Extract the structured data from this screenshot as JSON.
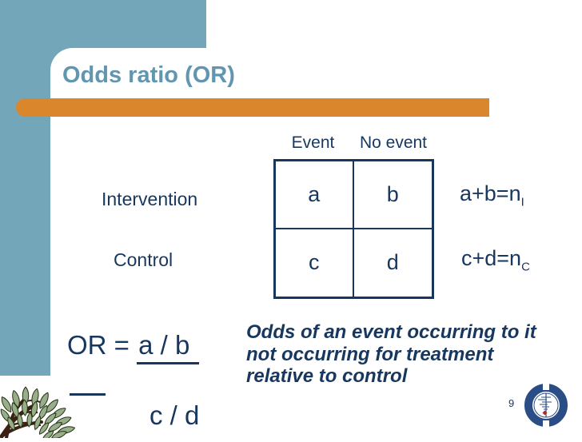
{
  "title": "Odds ratio (OR)",
  "table": {
    "col_headers": [
      "Event",
      "No event"
    ],
    "row_labels": [
      "Intervention",
      "Control"
    ],
    "cells": [
      [
        "a",
        "b"
      ],
      [
        "c",
        "d"
      ]
    ],
    "totals": [
      {
        "base": "a+b=n",
        "sub": "I"
      },
      {
        "base": "c+d=n",
        "sub": "C"
      }
    ]
  },
  "formula": {
    "lhs": "OR = ",
    "numerator": "a / b",
    "denominator": "c / d"
  },
  "note_lines": [
    "Odds of an event occurring to it",
    "not occurring for treatment",
    "relative to control"
  ],
  "page_number": "9",
  "icons": {
    "logo": "cochrane-logo",
    "decoration": "tree-graphic"
  },
  "colors": {
    "teal": "#74a6b9",
    "orange": "#d9862c",
    "title_blue": "#6096af",
    "navy": "#17375e",
    "logo_blue": "#2b4d86",
    "diamond_red": "#b3262a",
    "leaf_green": "#97ad8b",
    "branch_brown": "#3a2113"
  }
}
